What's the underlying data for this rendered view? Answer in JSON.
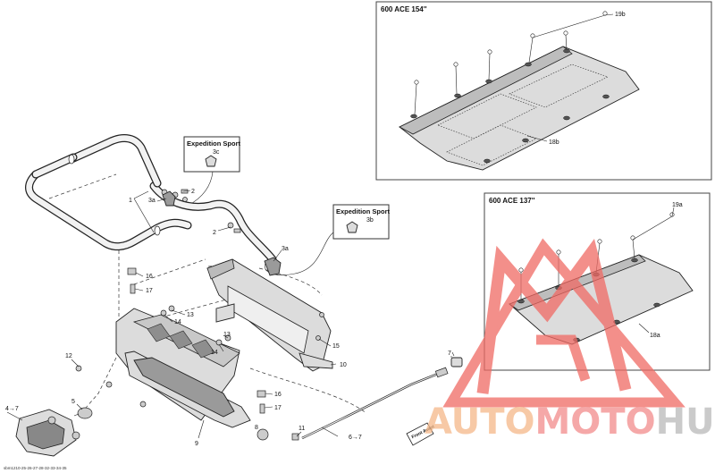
{
  "insets": [
    {
      "id": "inset-154",
      "title": "600 ACE 154''",
      "labels": {
        "bolt": "19b",
        "plate": "18b"
      }
    },
    {
      "id": "inset-137",
      "title": "600 ACE 137''",
      "labels": {
        "bolt": "19a",
        "plate": "18a"
      }
    }
  ],
  "callouts": [
    {
      "id": "callout-3c",
      "title": "Expedition Sport",
      "label": "3c"
    },
    {
      "id": "callout-3b",
      "title": "Expedition Sport",
      "label": "3b"
    }
  ],
  "labels": {
    "l1": "1",
    "l2a": "2",
    "l2b": "2",
    "l3a_upper": "3a",
    "l3a_right": "3a",
    "l4": "4",
    "l5": "5",
    "l6": "6",
    "l7_left": "7",
    "l7_right": "7",
    "l8": "8",
    "l9": "9",
    "l10": "10",
    "l11": "11",
    "l12": "12",
    "l13a": "13",
    "l13b": "13",
    "l14a": "14",
    "l14b": "14",
    "l15": "15",
    "l16a": "16",
    "l16b": "16",
    "l17a": "17",
    "l17b": "17"
  },
  "arrow_glyph": "→",
  "front_tag": "Front Avant",
  "drawing_code": "sbm1210-25-26-27-28-32-33-34-35",
  "watermark": {
    "part1": "AUTO",
    "part2": "MOTO",
    "part3": "HUB",
    "colors": {
      "auto": "#f5b889",
      "moto": "#f28c8c",
      "hub": "#b9b9b9",
      "triangle": "#f06a64"
    }
  }
}
